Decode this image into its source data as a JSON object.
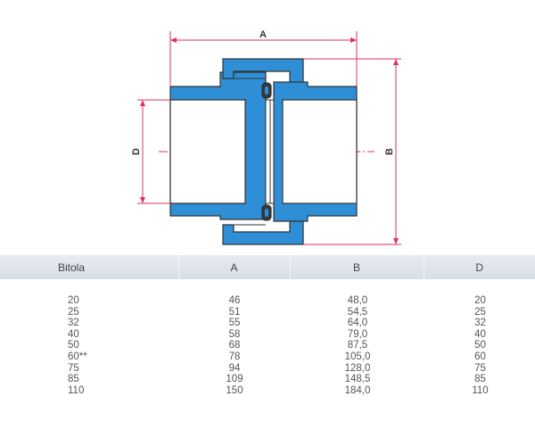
{
  "diagram": {
    "dimension_labels": {
      "a": "A",
      "b": "B",
      "d": "D"
    }
  },
  "table": {
    "headers": [
      "Bitola",
      "A",
      "B",
      "D"
    ],
    "rows": [
      [
        "20",
        "46",
        "48,0",
        "20"
      ],
      [
        "25",
        "51",
        "54,5",
        "25"
      ],
      [
        "32",
        "55",
        "64,0",
        "32"
      ],
      [
        "40",
        "58",
        "79,0",
        "40"
      ],
      [
        "50",
        "68",
        "87,5",
        "50"
      ],
      [
        "60**",
        "78",
        "105,0",
        "60"
      ],
      [
        "75",
        "94",
        "128,0",
        "75"
      ],
      [
        "85",
        "109",
        "148,5",
        "85"
      ],
      [
        "110",
        "150",
        "184,0",
        "110"
      ]
    ]
  },
  "colors": {
    "body": "#2f8fd6",
    "outline": "#333333",
    "dimension_line": "#e0315a",
    "header_bg": "#dde4ea"
  }
}
